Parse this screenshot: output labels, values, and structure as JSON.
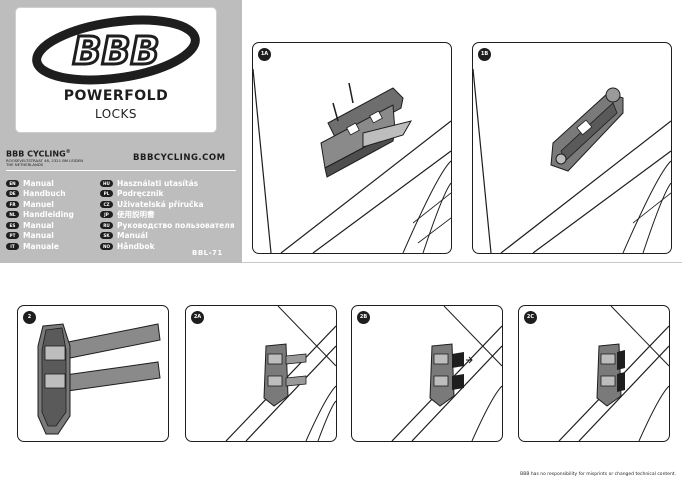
{
  "cover": {
    "logo_text": "BBB",
    "product_line": "POWERFOLD",
    "product_type": "LOCKS",
    "company": "BBB CYCLING",
    "registered": "®",
    "address_line1": "ROOSEVELTSTRAAT 46, 2321 BM LEIDEN",
    "address_line2": "THE NETHERLANDS",
    "website": "BBBCYCLING.COM",
    "model": "BBL-71"
  },
  "languages_left": [
    {
      "code": "EN",
      "name": "Manual"
    },
    {
      "code": "DE",
      "name": "Handbuch"
    },
    {
      "code": "FR",
      "name": "Manuel"
    },
    {
      "code": "NL",
      "name": "Handleiding"
    },
    {
      "code": "ES",
      "name": "Manual"
    },
    {
      "code": "PT",
      "name": "Manual"
    },
    {
      "code": "IT",
      "name": "Manuale"
    }
  ],
  "languages_right": [
    {
      "code": "HU",
      "name": "Használati utasítás"
    },
    {
      "code": "PL",
      "name": "Podręcznik"
    },
    {
      "code": "CZ",
      "name": "Uživatelská příručka"
    },
    {
      "code": "JP",
      "name": "使用説明書"
    },
    {
      "code": "RU",
      "name": "Руководство пользователя"
    },
    {
      "code": "SK",
      "name": "Manuál"
    },
    {
      "code": "NO",
      "name": "Håndbok"
    }
  ],
  "steps": {
    "s1a": "1A",
    "s1b": "1B",
    "s2": "2",
    "s2a": "2A",
    "s2b": "2B",
    "s2c": "2C"
  },
  "disclaimer": "BBB has no responsibility for misprints or changed technical content.",
  "colors": {
    "cover_bg": "#bdbdbd",
    "ink": "#1e1e1e"
  }
}
